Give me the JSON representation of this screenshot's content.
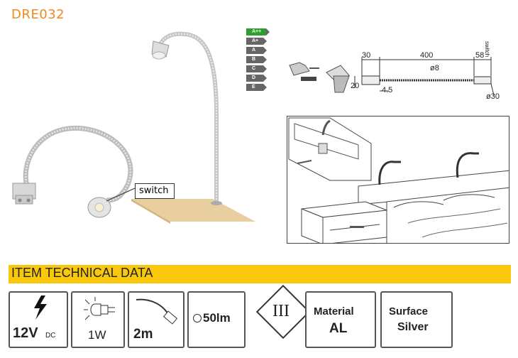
{
  "product_code": "DRE032",
  "callout_label": "switch",
  "energy_classes": [
    "A++",
    "A+",
    "A",
    "B",
    "C",
    "D",
    "E"
  ],
  "diagram": {
    "dim_30": "30",
    "dim_400": "400",
    "dim_58": "58",
    "dim_phi8": "ø8",
    "dim_20": "20",
    "dim_4_5": "4.5",
    "dim_phi30": "ø30",
    "switch_label": "switch"
  },
  "section_title": "ITEM TECHNICAL DATA",
  "specs": {
    "voltage_value": "12V",
    "voltage_unit": "DC",
    "power": "1W",
    "cable_length": "2m",
    "lumens": "50lm",
    "protection_class": "III",
    "material_label": "Material",
    "material_value": "AL",
    "surface_label": "Surface",
    "surface_value": "Silver"
  }
}
